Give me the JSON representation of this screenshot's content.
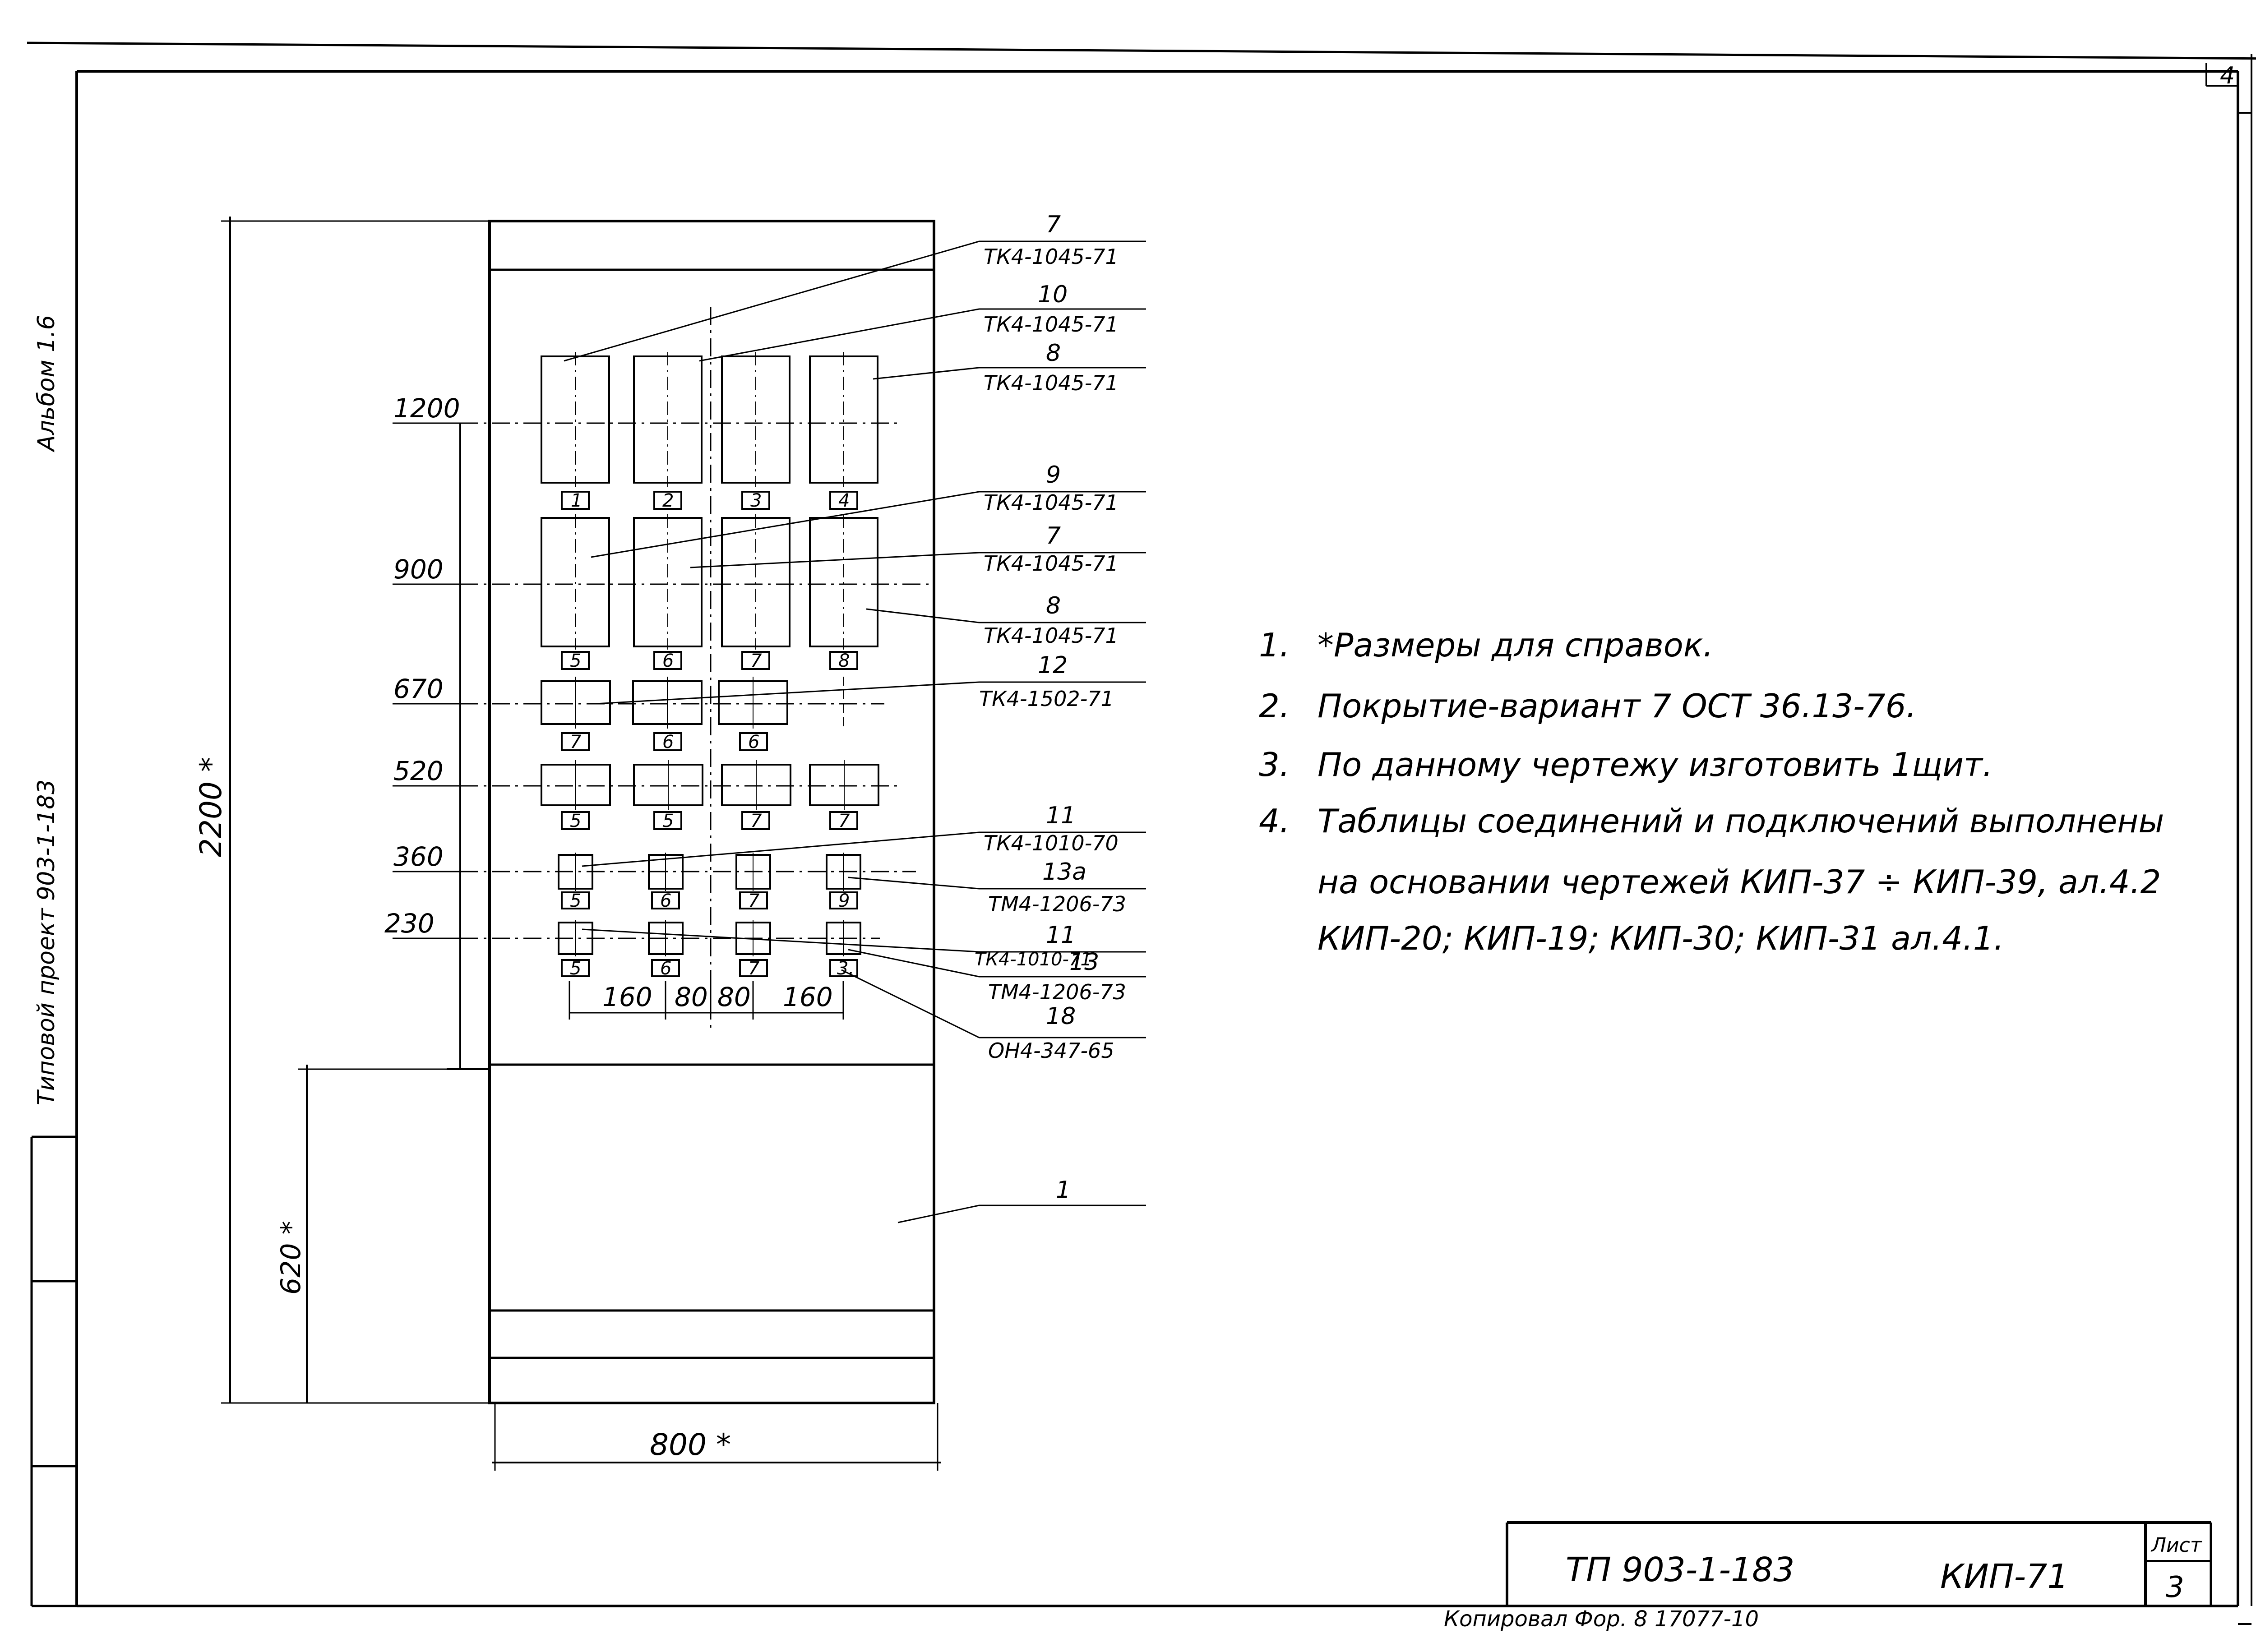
{
  "sheet_corner_number": "4",
  "side_stamp": {
    "album": "Альбом 1.6",
    "project": "Типовой проект 903-1-183"
  },
  "elevations": [
    "1200",
    "900",
    "670",
    "520",
    "360",
    "230"
  ],
  "dimensions": {
    "overall_height": "2200 *",
    "base_height": "620 *",
    "width": "800 *",
    "spacing": [
      "160",
      "80",
      "80",
      "160"
    ]
  },
  "positions": {
    "row1": [
      "1",
      "2",
      "3",
      "4"
    ],
    "row2": [
      "5",
      "6",
      "7",
      "8"
    ],
    "row3": [
      "7",
      "6",
      "6"
    ],
    "row4": [
      "5",
      "5",
      "7",
      "7"
    ],
    "row5": [
      "5",
      "6",
      "7",
      "9"
    ],
    "row6": [
      "5",
      "6",
      "7",
      "3."
    ]
  },
  "callouts": [
    {
      "pos": "7",
      "ref": "ТК4-1045-71"
    },
    {
      "pos": "10",
      "ref": "ТК4-1045-71"
    },
    {
      "pos": "8",
      "ref": "ТК4-1045-71"
    },
    {
      "pos": "9",
      "ref": "ТК4-1045-71"
    },
    {
      "pos": "7",
      "ref": "ТК4-1045-71"
    },
    {
      "pos": "8",
      "ref": "ТК4-1045-71"
    },
    {
      "pos": "12",
      "ref": "ТК4-1502-71"
    },
    {
      "pos": "11",
      "ref": "ТК4-1010-70"
    },
    {
      "pos": "13а",
      "ref": "ТМ4-1206-73"
    },
    {
      "pos": "11",
      "ref": "ТК4-1010-71"
    },
    {
      "pos": "13",
      "ref": "ТМ4-1206-73"
    },
    {
      "pos": "18",
      "ref": "ОН4-347-65"
    },
    {
      "pos": "1",
      "ref": ""
    }
  ],
  "notes": [
    {
      "n": "1.",
      "text": "*Размеры для справок."
    },
    {
      "n": "2.",
      "text": "Покрытие-вариант 7 ОСТ 36.13-76."
    },
    {
      "n": "3.",
      "text": "По данному чертежу изготовить 1щит."
    },
    {
      "n": "4.",
      "text": "Таблицы соединений и подключений выполнены"
    },
    {
      "n": "",
      "text": "на основании чертежей КИП-37 ÷ КИП-39, ал.4.2"
    },
    {
      "n": "",
      "text": "КИП-20; КИП-19; КИП-30; КИП-31 ал.4.1."
    }
  ],
  "title_block": {
    "project": "ТП 903-1-183",
    "code": "КИП-71",
    "sheet_label": "Лист",
    "sheet_number": "3"
  },
  "footer": "Копировал Фор. 8 17077-10"
}
